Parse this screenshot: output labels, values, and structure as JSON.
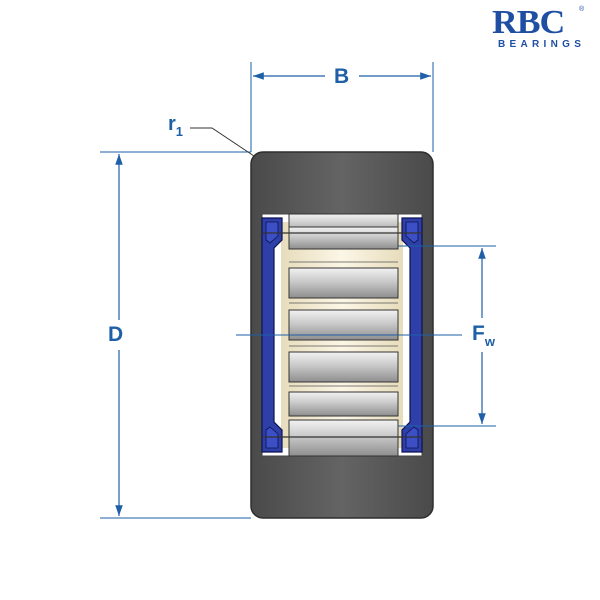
{
  "logo": {
    "brand": "RBC",
    "subtitle": "BEARINGS",
    "registered": "®"
  },
  "dimensions": {
    "width_label": "B",
    "outer_diameter_label": "D",
    "raceway_diameter_label": "F",
    "raceway_diameter_subscript": "w",
    "radius_label": "r",
    "radius_subscript": "1"
  },
  "colors": {
    "dimension_line": "#1e5fa8",
    "outer_ring": "#5c5c5c",
    "seal": "#2f3fa8",
    "roller": "#b8b8b8",
    "cage": "#efe6cc",
    "logo": "#1f4fa3"
  }
}
